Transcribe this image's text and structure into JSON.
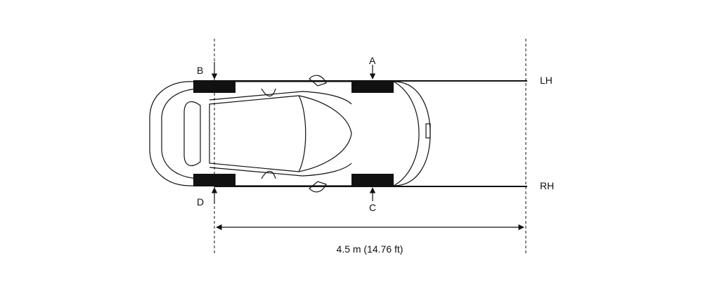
{
  "labels": {
    "point_a": "A",
    "point_b": "B",
    "point_c": "C",
    "point_d": "D",
    "left_side": "LH",
    "right_side": "RH"
  },
  "dimension": {
    "text": "4.5 m (14.76 ft)"
  },
  "colors": {
    "line": "#111111",
    "block": "#111111",
    "background": "#ffffff"
  }
}
